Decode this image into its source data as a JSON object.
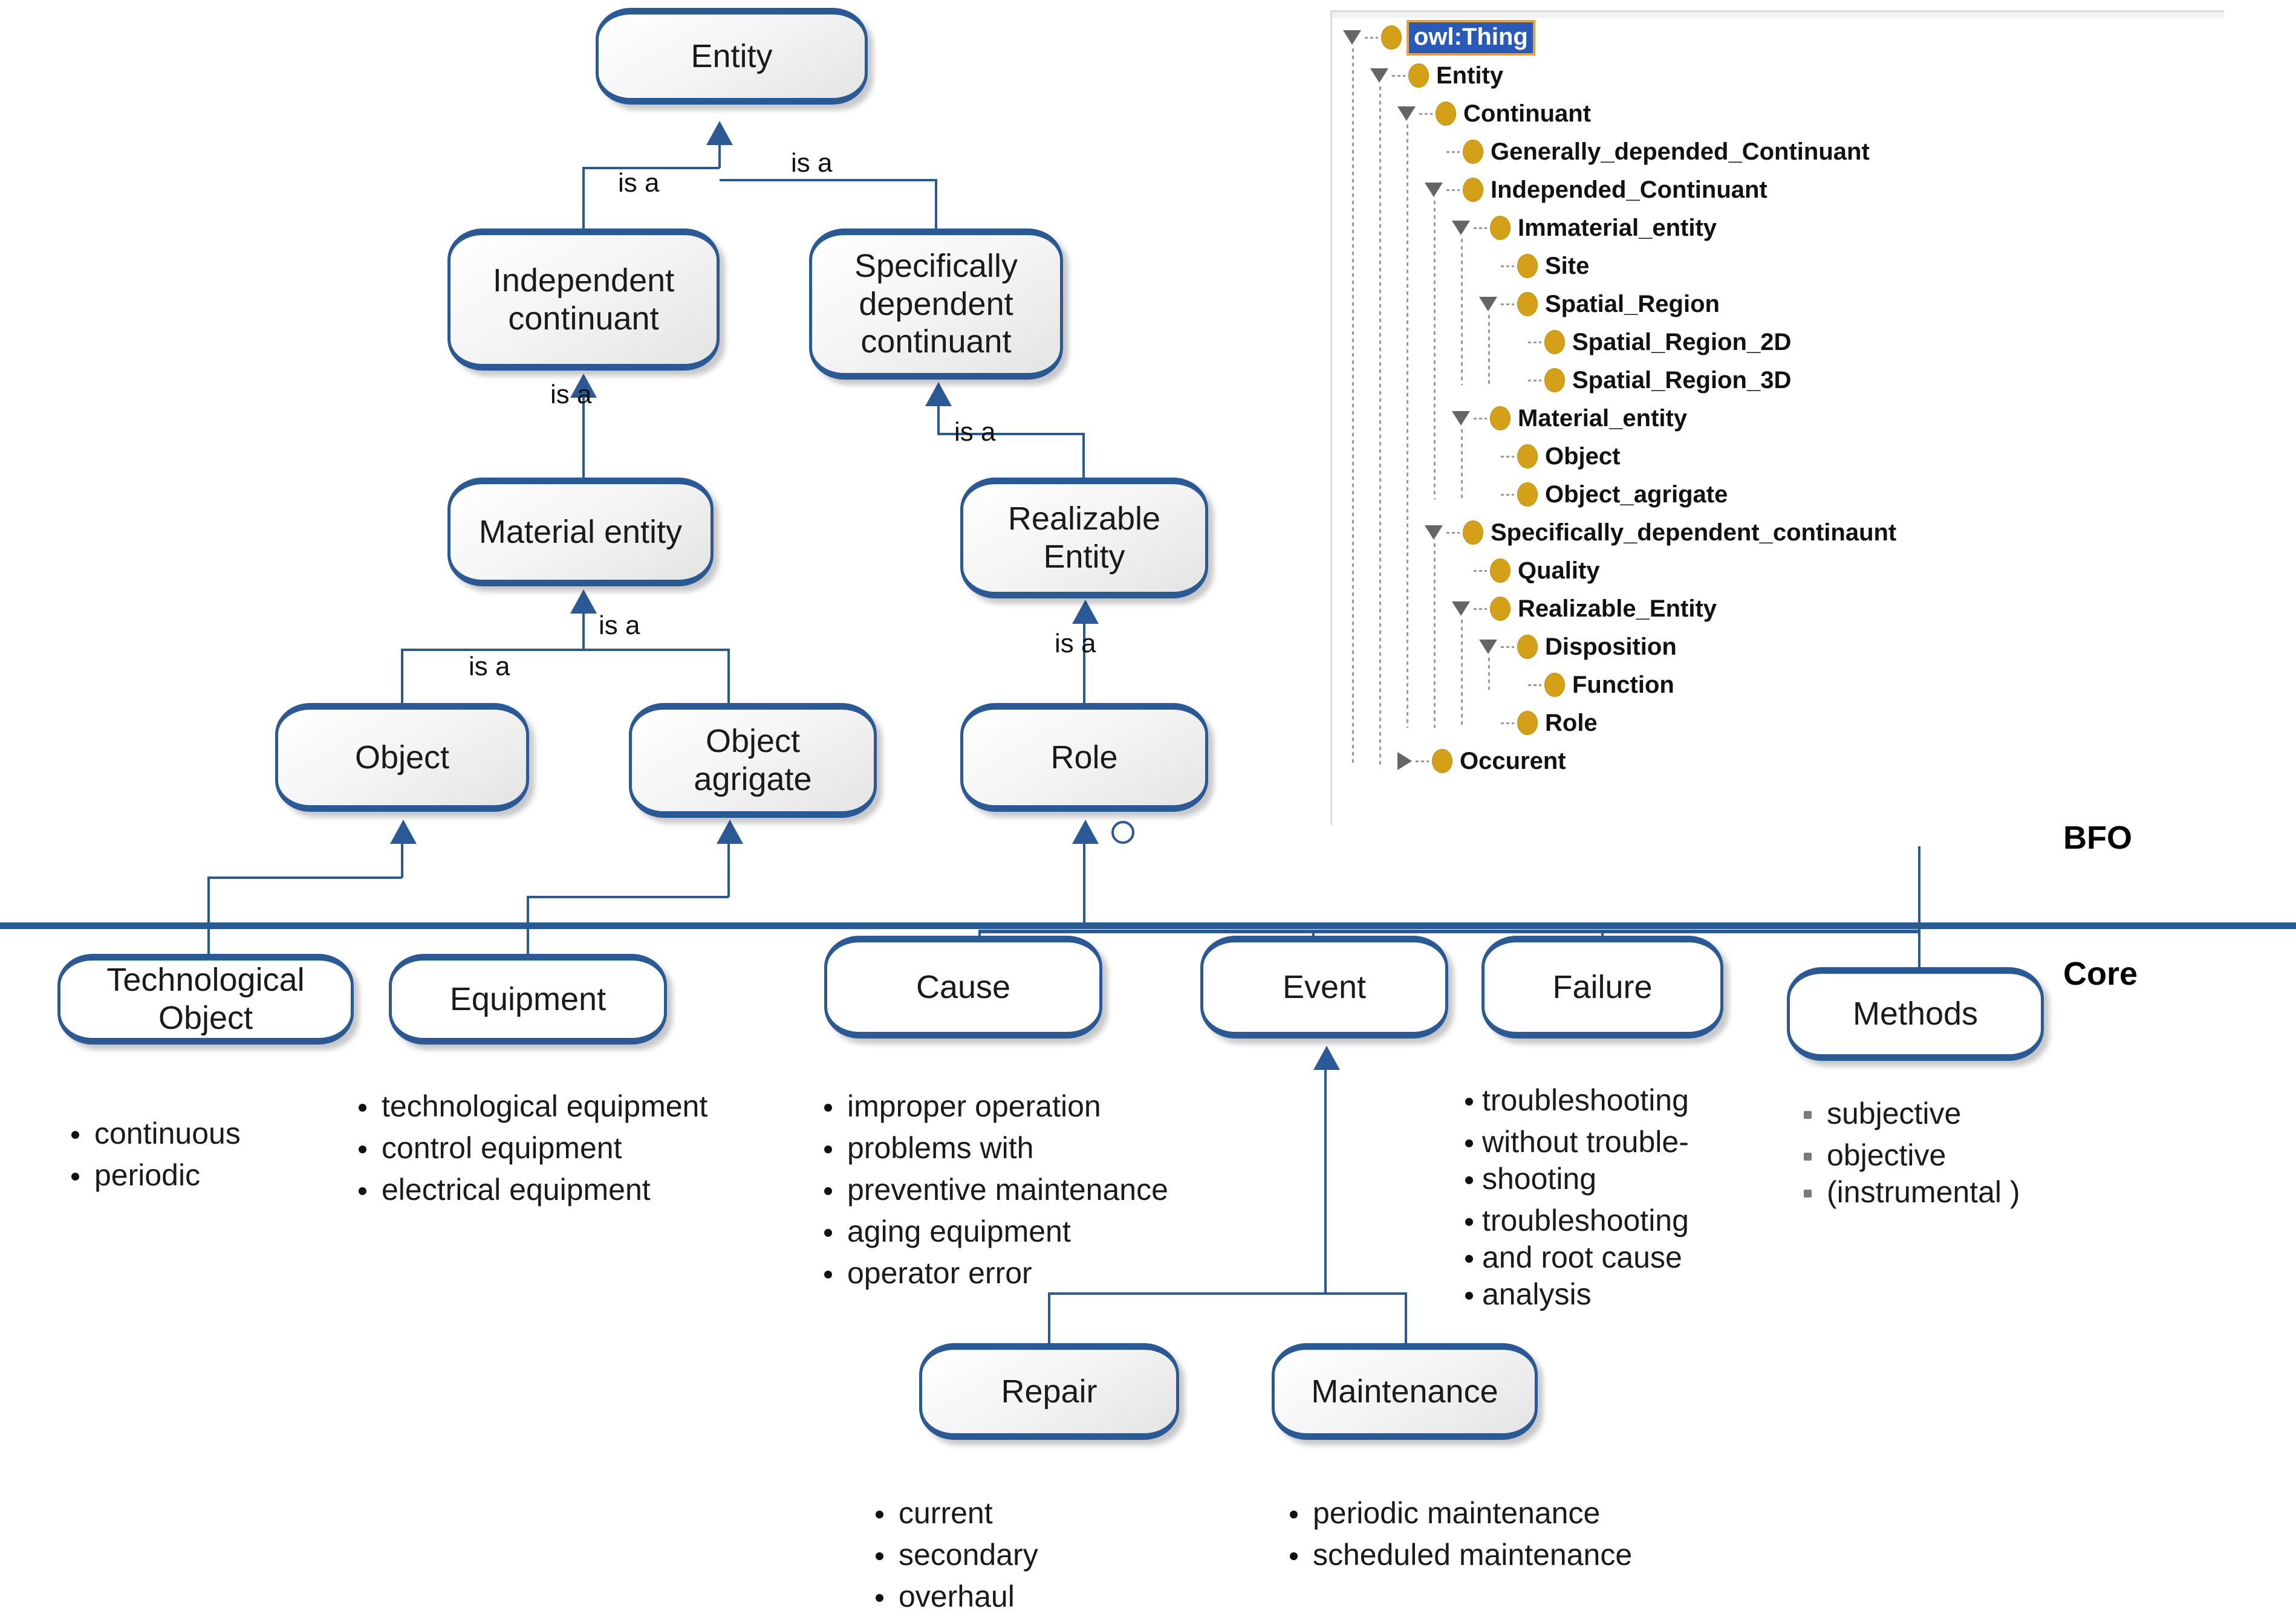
{
  "diagram": {
    "layers": {
      "upper_label": "BFO",
      "lower_label": "Core"
    },
    "edge_label": "is a",
    "nodes": {
      "entity": "Entity",
      "independent_continuant_l1": "Independent",
      "independent_continuant_l2": "continuant",
      "specifically_dependent_l1": "Specifically",
      "specifically_dependent_l2": "dependent",
      "specifically_dependent_l3": "continuant",
      "material_entity": "Material entity",
      "realizable_entity_l1": "Realizable",
      "realizable_entity_l2": "Entity",
      "object": "Object",
      "object_agrigate_l1": "Object",
      "object_agrigate_l2": "agrigate",
      "role": "Role",
      "technological_object_l1": "Technological",
      "technological_object_l2": "Object",
      "equipment": "Equipment",
      "cause": "Cause",
      "event": "Event",
      "failure": "Failure",
      "methods": "Methods",
      "repair": "Repair",
      "maintenance": "Maintenance"
    },
    "bullets": {
      "technological_object": [
        "continuous",
        "periodic"
      ],
      "equipment": [
        "technological equipment",
        "control equipment",
        "electrical equipment"
      ],
      "cause": [
        "improper operation",
        "problems with",
        "preventive maintenance",
        "aging equipment",
        "operator error"
      ],
      "failure": [
        "troubleshooting",
        "without trouble-",
        "shooting",
        "troubleshooting",
        "and root cause",
        "analysis"
      ],
      "methods": [
        "subjective",
        "objective",
        "(instrumental )"
      ],
      "repair": [
        "current",
        "secondary",
        "overhaul"
      ],
      "maintenance": [
        "periodic maintenance",
        "scheduled maintenance"
      ]
    },
    "colors": {
      "node_border": "#2a5a96",
      "divider": "#2a5a96",
      "tree_dot": "#d4a017",
      "selection_bg": "#2a5ab8",
      "selection_outline": "#e8a33d"
    }
  },
  "tree": {
    "items": [
      {
        "label": "owl:Thing",
        "depth": 0,
        "toggle": "expanded",
        "selected": true
      },
      {
        "label": "Entity",
        "depth": 1,
        "toggle": "expanded",
        "selected": false
      },
      {
        "label": "Continuant",
        "depth": 2,
        "toggle": "expanded",
        "selected": false
      },
      {
        "label": "Generally_depended_Continuant",
        "depth": 3,
        "toggle": "none",
        "selected": false
      },
      {
        "label": "Independed_Continuant",
        "depth": 3,
        "toggle": "expanded",
        "selected": false
      },
      {
        "label": "Immaterial_entity",
        "depth": 4,
        "toggle": "expanded",
        "selected": false
      },
      {
        "label": "Site",
        "depth": 5,
        "toggle": "none",
        "selected": false
      },
      {
        "label": "Spatial_Region",
        "depth": 5,
        "toggle": "expanded",
        "selected": false
      },
      {
        "label": "Spatial_Region_2D",
        "depth": 6,
        "toggle": "none",
        "selected": false
      },
      {
        "label": "Spatial_Region_3D",
        "depth": 6,
        "toggle": "none",
        "selected": false
      },
      {
        "label": "Material_entity",
        "depth": 4,
        "toggle": "expanded",
        "selected": false
      },
      {
        "label": "Object",
        "depth": 5,
        "toggle": "none",
        "selected": false
      },
      {
        "label": "Object_agrigate",
        "depth": 5,
        "toggle": "none",
        "selected": false
      },
      {
        "label": "Specifically_dependent_continaunt",
        "depth": 3,
        "toggle": "expanded",
        "selected": false
      },
      {
        "label": "Quality",
        "depth": 4,
        "toggle": "none",
        "selected": false
      },
      {
        "label": "Realizable_Entity",
        "depth": 4,
        "toggle": "expanded",
        "selected": false
      },
      {
        "label": "Disposition",
        "depth": 5,
        "toggle": "expanded",
        "selected": false
      },
      {
        "label": "Function",
        "depth": 6,
        "toggle": "none",
        "selected": false
      },
      {
        "label": "Role",
        "depth": 5,
        "toggle": "none",
        "selected": false
      },
      {
        "label": "Occurent",
        "depth": 2,
        "toggle": "collapsed",
        "selected": false
      }
    ]
  }
}
